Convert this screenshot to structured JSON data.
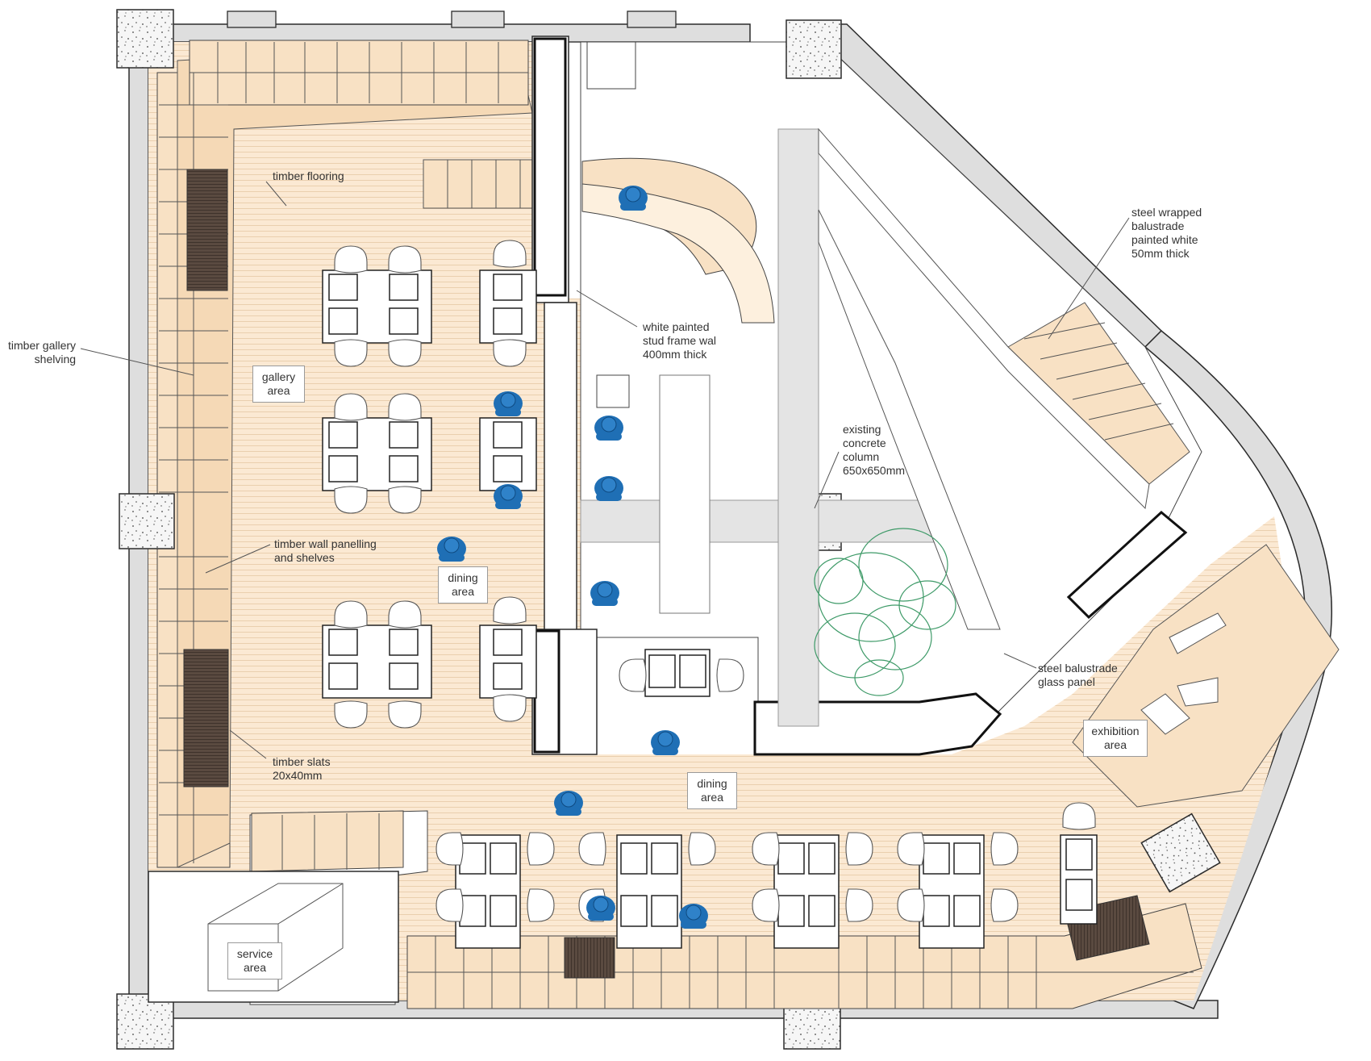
{
  "colors": {
    "timber": "#f8e1c4",
    "timber_light": "#fbe9d3",
    "floor_line": "#e9cfae",
    "wall": "#dcdcdc",
    "outline": "#2b2b2b",
    "concrete": "#f4f4f4",
    "person": "#1f6fb5",
    "planting": "#3e9a68",
    "dark_slats": "#4a3e36"
  },
  "annotations": {
    "timber_flooring": "timber flooring",
    "timber_gallery_shelving": "timber gallery\nshelving",
    "timber_wall_panelling": "timber wall panelling\nand shelves",
    "timber_slats": "timber slats\n20x40mm",
    "white_painted_wall": "white painted\nstud frame wal\n400mm thick",
    "existing_column": "existing\nconcrete\ncolumn\n650x650mm",
    "steel_wrapped_balustrade": "steel wrapped\nbalustrade\npainted white\n50mm thick",
    "steel_balustrade_glass": "steel balustrade\nglass panel"
  },
  "areas": {
    "gallery": "gallery\narea",
    "dining_upper": "dining\narea",
    "dining_lower": "dining\narea",
    "exhibition": "exhibition\narea",
    "service": "service\narea"
  },
  "icons": [
    "concrete-column-icon",
    "person-icon",
    "chair-icon",
    "table-icon",
    "tree-canopy-icon",
    "stair-icon"
  ]
}
